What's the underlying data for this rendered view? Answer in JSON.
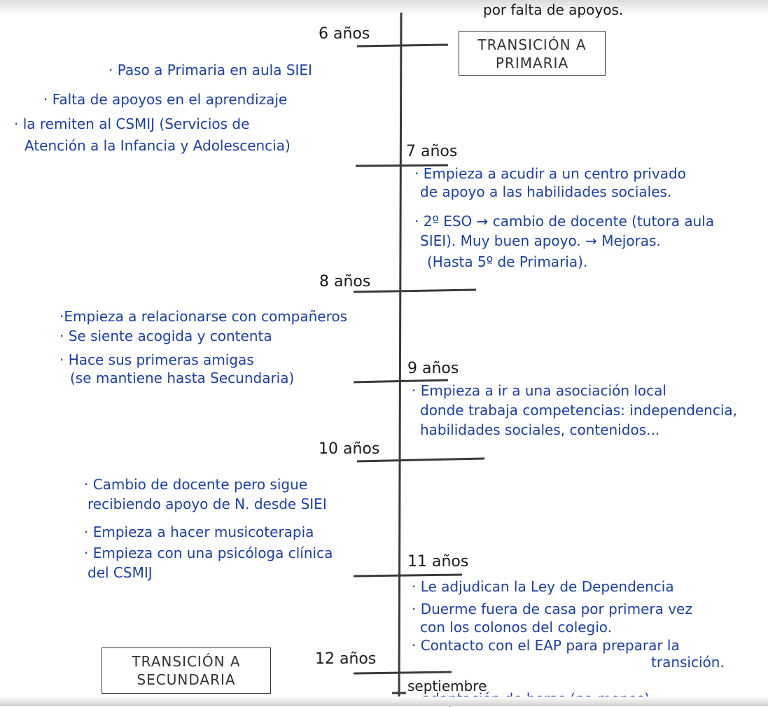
{
  "top_cut": "por falta de apoyos.",
  "timeline": {
    "ages": [
      "6 años",
      "7 años",
      "8 años",
      "9 años",
      "10 años",
      "11 años",
      "12 años"
    ],
    "month": "septiembre"
  },
  "boxes": {
    "primaria": [
      "TRANSICIÓN A",
      "PRIMARIA"
    ],
    "secundaria": [
      "TRANSICIÓN A",
      "SECUNDARIA"
    ]
  },
  "notes": {
    "age6": [
      "· Paso a Primaria en aula SIEI",
      "· Falta de apoyos en el aprendizaje",
      "· la remiten al CSMIJ (Servicios de",
      "Atención a la Infancia y Adolescencia)"
    ],
    "age7": [
      "· Empieza a acudir a un centro privado",
      "de apoyo a las habilidades sociales.",
      "· 2º ESO → cambio de docente (tutora aula",
      "SIEI). Muy buen apoyo. → Mejoras.",
      "(Hasta 5º de Primaria)."
    ],
    "age8": [
      "·Empieza a relacionarse con compañeros",
      "· Se siente acogida y contenta",
      "· Hace sus primeras amigas",
      "(se mantiene hasta Secundaria)"
    ],
    "age9": [
      "· Empieza a ir a una asociación local",
      "donde trabaja competencias: independencia,",
      "habilidades sociales, contenidos..."
    ],
    "age10": [
      "· Cambio de docente pero sigue",
      "recibiendo apoyo de N. desde SIEI",
      "· Empieza a hacer musicoterapia",
      "· Empieza con una psicóloga clínica",
      "del CSMIJ"
    ],
    "age11": [
      "· Le adjudican la Ley de Dependencia",
      "· Duerme fuera de casa por primera vez",
      "con los colonos del colegio.",
      "· Contacto con el EAP para preparar la",
      "transición."
    ],
    "bottom_cut": "· adaptación de horas (no menos)"
  }
}
